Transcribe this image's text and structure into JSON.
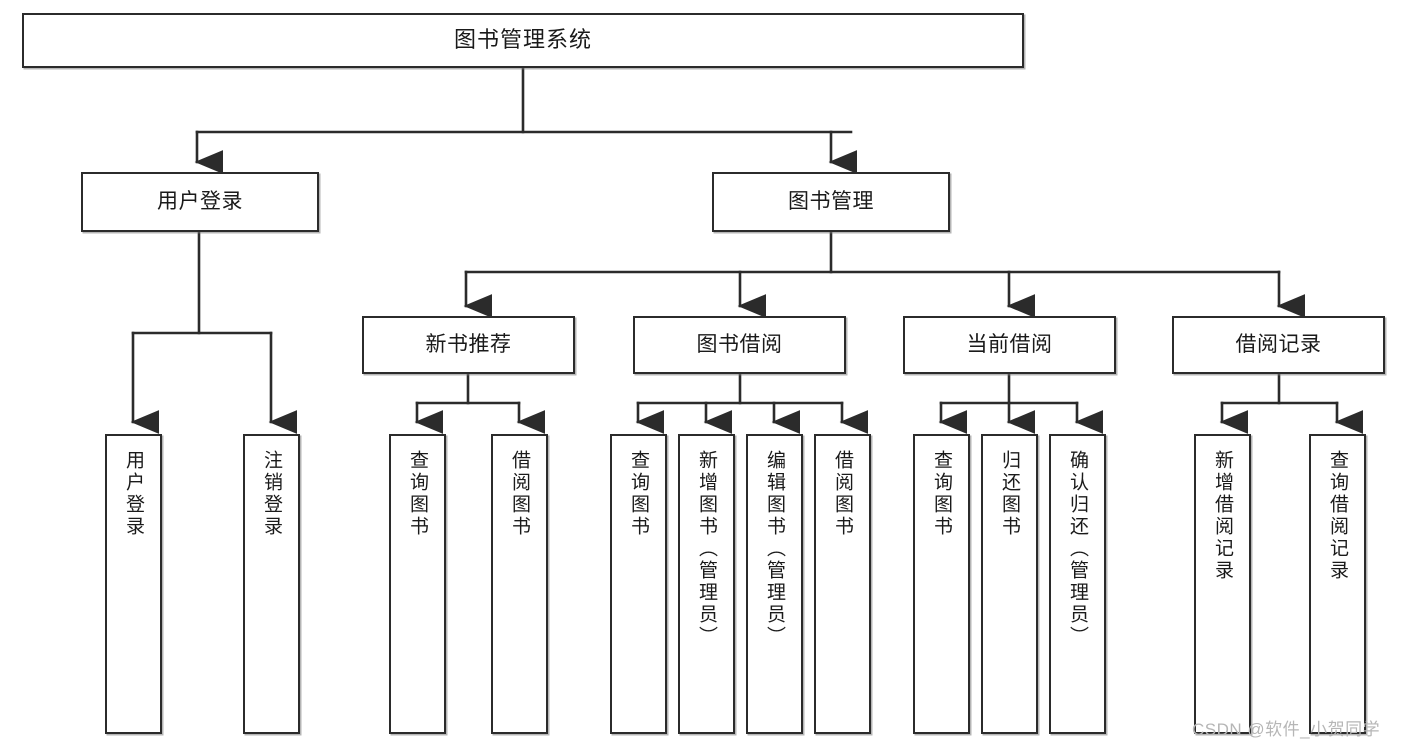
{
  "diagram": {
    "title": "图书管理系统",
    "type": "hierarchy-tree",
    "root": {
      "label": "图书管理系统"
    },
    "level2": [
      {
        "label": "用户登录"
      },
      {
        "label": "图书管理"
      }
    ],
    "level3": [
      {
        "label": "新书推荐"
      },
      {
        "label": "图书借阅"
      },
      {
        "label": "当前借阅"
      },
      {
        "label": "借阅记录"
      }
    ],
    "leaves": {
      "user_login": [
        {
          "label": "用户登录"
        },
        {
          "label": "注销登录"
        }
      ],
      "new_book_recommend": [
        {
          "label": "查询图书"
        },
        {
          "label": "借阅图书"
        }
      ],
      "book_borrow": [
        {
          "label": "查询图书"
        },
        {
          "label": "新增图书（管理员）"
        },
        {
          "label": "编辑图书（管理员）"
        },
        {
          "label": "借阅图书"
        }
      ],
      "current_borrow": [
        {
          "label": "查询图书"
        },
        {
          "label": "归还图书"
        },
        {
          "label": "确认归还（管理员）"
        }
      ],
      "borrow_record": [
        {
          "label": "新增借阅记录"
        },
        {
          "label": "查询借阅记录"
        }
      ]
    }
  },
  "watermark": {
    "text": "CSDN @软件_小贺同学"
  },
  "colors": {
    "stroke": "#2b2b2b",
    "fill": "#ffffff",
    "text": "#1a1a1a",
    "watermark": "#b6b6b6"
  }
}
